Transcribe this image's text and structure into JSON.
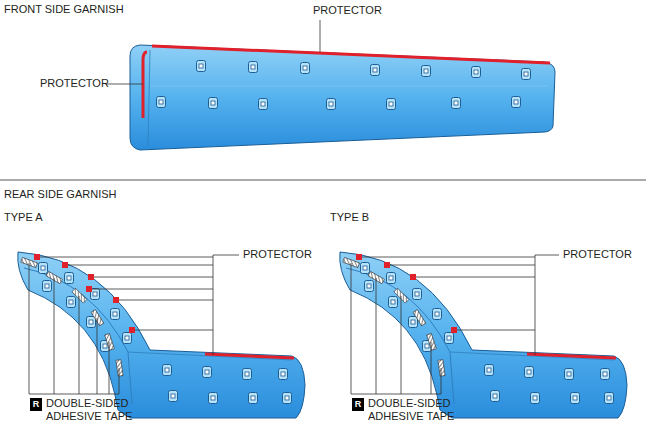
{
  "diagram": {
    "nodes": [
      {
        "text": [
          "R"
        ]
      },
      {
        "text": [
          "R"
        ]
      }
    ],
    "labels": [
      "FRONT SIDE GARNISH",
      "PROTECTOR",
      "PROTECTOR",
      "REAR SIDE GARNISH",
      "TYPE A",
      "TYPE B",
      "PROTECTOR",
      "PROTECTOR",
      "DOUBLE-SIDED ADHESIVE TAPE",
      "DOUBLE-SIDED ADHESIVE TAPE"
    ]
  }
}
